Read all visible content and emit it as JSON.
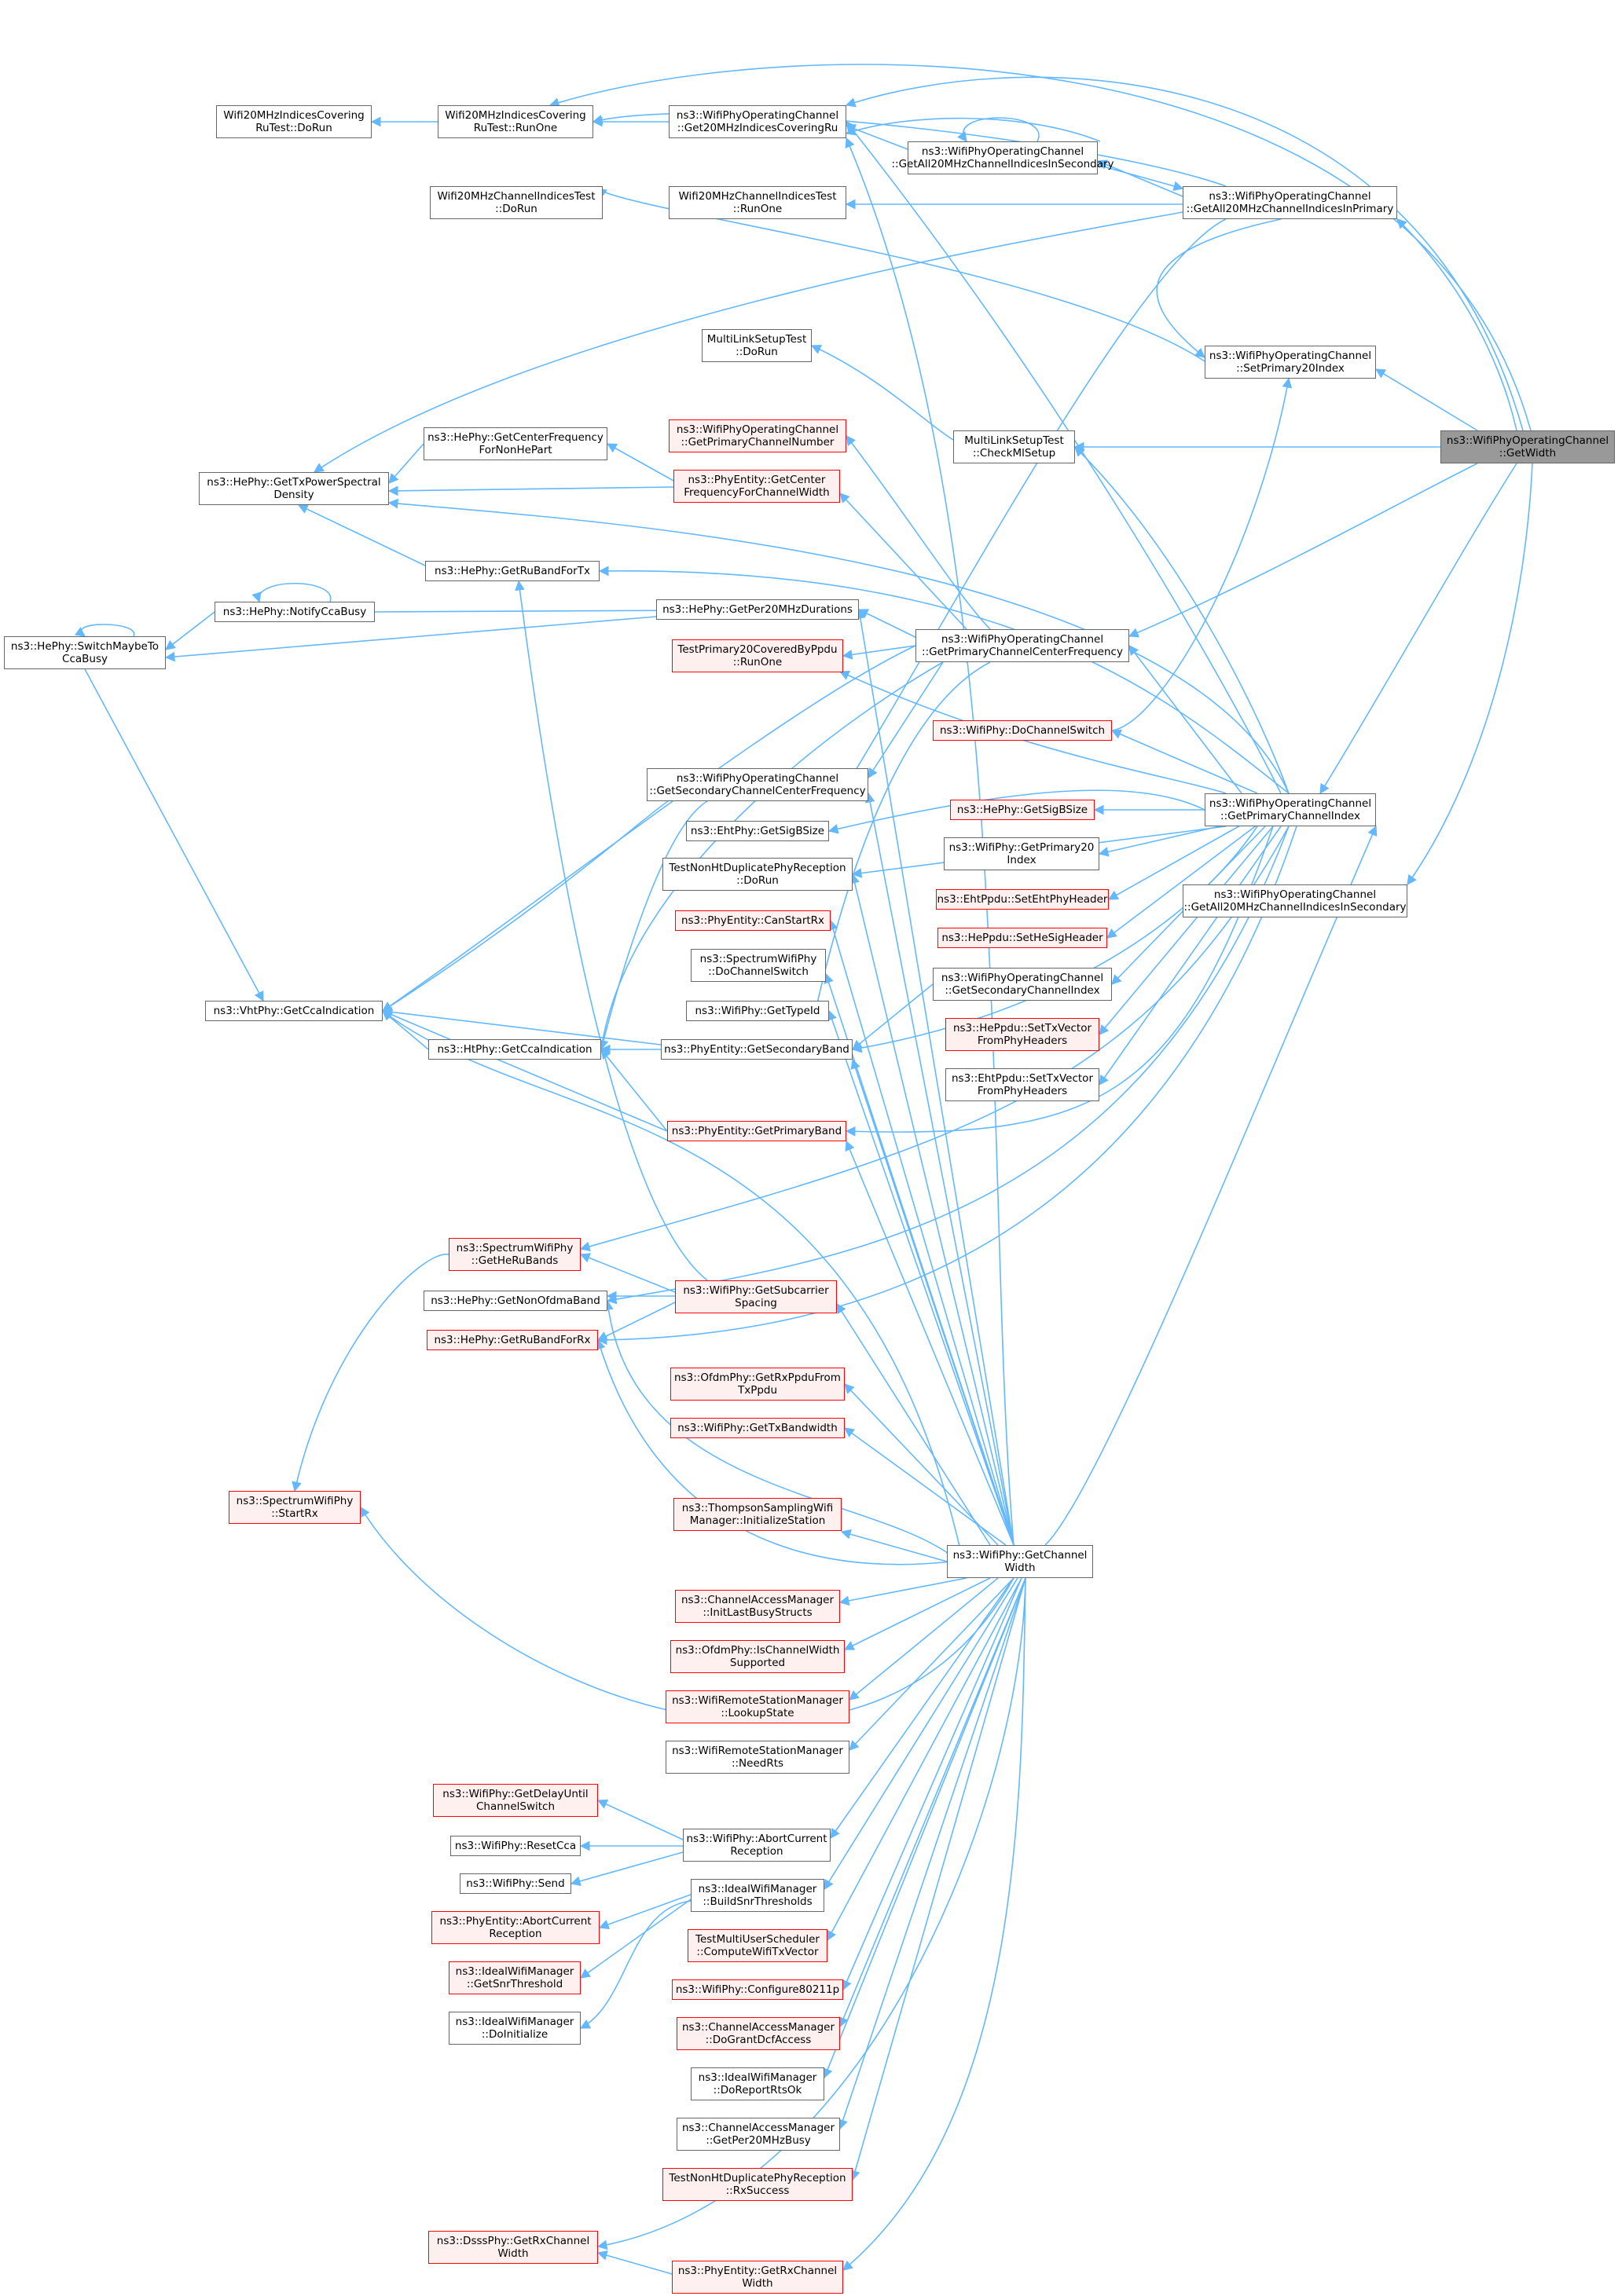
{
  "colors": {
    "edge": "#63b8ff",
    "node_border": "#666666",
    "focus_fill": "#999999",
    "red_border": "#ff0000",
    "red_fill": "#fff0f0"
  },
  "nodes": {
    "n_getwidth": [
      "ns3::WifiPhyOperatingChannel",
      "::GetWidth"
    ],
    "n_w20ru_dorun": [
      "Wifi20MHzIndicesCovering",
      "RuTest::DoRun"
    ],
    "n_w20ru_runone": [
      "Wifi20MHzIndicesCovering",
      "RuTest::RunOne"
    ],
    "n_get20cov": [
      "ns3::WifiPhyOperatingChannel",
      "::Get20MHzIndicesCoveringRu"
    ],
    "n_getall20sec_a": [
      "ns3::WifiPhyOperatingChannel",
      "::GetAll20MHzChannelIndicesInSecondary"
    ],
    "n_getall20pri": [
      "ns3::WifiPhyOperatingChannel",
      "::GetAll20MHzChannelIndicesInPrimary"
    ],
    "n_w20ch_dorun": [
      "Wifi20MHzChannelIndicesTest",
      "::DoRun"
    ],
    "n_w20ch_runone": [
      "Wifi20MHzChannelIndicesTest",
      "::RunOne"
    ],
    "n_setpri20": [
      "ns3::WifiPhyOperatingChannel",
      "::SetPrimary20Index"
    ],
    "n_mls_dorun": [
      "MultiLinkSetupTest",
      "::DoRun"
    ],
    "n_mls_check": [
      "MultiLinkSetupTest",
      "::CheckMlSetup"
    ],
    "n_getprimchnum": [
      "ns3::WifiPhyOperatingChannel",
      "::GetPrimaryChannelNumber"
    ],
    "n_hephy_cfnonhe": [
      "ns3::HePhy::GetCenterFrequency",
      "ForNonHePart"
    ],
    "n_phyent_cfcw": [
      "ns3::PhyEntity::GetCenter",
      "FrequencyForChannelWidth"
    ],
    "n_hephy_txpsd": [
      "ns3::HePhy::GetTxPowerSpectral",
      "Density"
    ],
    "n_hephy_rubandtx": [
      "ns3::HePhy::GetRuBandForTx"
    ],
    "n_hephy_ccabusy": [
      "ns3::HePhy::NotifyCcaBusy"
    ],
    "n_hephy_per20": [
      "ns3::HePhy::GetPer20MHzDurations"
    ],
    "n_hephy_switch": [
      "ns3::HePhy::SwitchMaybeTo",
      "CcaBusy"
    ],
    "n_getprimcf": [
      "ns3::WifiPhyOperatingChannel",
      "::GetPrimaryChannelCenterFrequency"
    ],
    "n_testprim20": [
      "TestPrimary20CoveredByPpdu",
      "::RunOne"
    ],
    "n_wifiphy_dochsw": [
      "ns3::WifiPhy::DoChannelSwitch"
    ],
    "n_getseccf": [
      "ns3::WifiPhyOperatingChannel",
      "::GetSecondaryChannelCenterFrequency"
    ],
    "n_getprimidx": [
      "ns3::WifiPhyOperatingChannel",
      "::GetPrimaryChannelIndex"
    ],
    "n_hephy_sigb": [
      "ns3::HePhy::GetSigBSize"
    ],
    "n_ehtphy_sigb": [
      "ns3::EhtPhy::GetSigBSize"
    ],
    "n_getprim20": [
      "ns3::WifiPhy::GetPrimary20",
      "Index"
    ],
    "n_testnonht_dorun": [
      "TestNonHtDuplicatePhyReception",
      "::DoRun"
    ],
    "n_ehtppdu_sethdr": [
      "ns3::EhtPpdu::SetEhtPhyHeader"
    ],
    "n_getall20sec_b": [
      "ns3::WifiPhyOperatingChannel",
      "::GetAll20MHzChannelIndicesInSecondary"
    ],
    "n_phyent_canrx": [
      "ns3::PhyEntity::CanStartRx"
    ],
    "n_heppdu_sethdr": [
      "ns3::HePpdu::SetHeSigHeader"
    ],
    "n_specphy_dochsw": [
      "ns3::SpectrumWifiPhy",
      "::DoChannelSwitch"
    ],
    "n_getsecidx": [
      "ns3::WifiPhyOperatingChannel",
      "::GetSecondaryChannelIndex"
    ],
    "n_wifiphy_typeid": [
      "ns3::WifiPhy::GetTypeId"
    ],
    "n_heppdu_settx": [
      "ns3::HePpdu::SetTxVector",
      "FromPhyHeaders"
    ],
    "n_vhtphy_cca": [
      "ns3::VhtPhy::GetCcaIndication"
    ],
    "n_htphy_cca": [
      "ns3::HtPhy::GetCcaIndication"
    ],
    "n_phyent_secband": [
      "ns3::PhyEntity::GetSecondaryBand"
    ],
    "n_ehtppdu_settx": [
      "ns3::EhtPpdu::SetTxVector",
      "FromPhyHeaders"
    ],
    "n_phyent_primband": [
      "ns3::PhyEntity::GetPrimaryBand"
    ],
    "n_specphy_heru": [
      "ns3::SpectrumWifiPhy",
      "::GetHeRuBands"
    ],
    "n_hephy_nonofdma": [
      "ns3::HePhy::GetNonOfdmaBand"
    ],
    "n_wifiphy_subc": [
      "ns3::WifiPhy::GetSubcarrier",
      "Spacing"
    ],
    "n_hephy_rubandrx": [
      "ns3::HePhy::GetRuBandForRx"
    ],
    "n_ofdm_getrx": [
      "ns3::OfdmPhy::GetRxPpduFrom",
      "TxPpdu"
    ],
    "n_wifiphy_txbw": [
      "ns3::WifiPhy::GetTxBandwidth"
    ],
    "n_specphy_startrx": [
      "ns3::SpectrumWifiPhy",
      "::StartRx"
    ],
    "n_thompson": [
      "ns3::ThompsonSamplingWifi",
      "Manager::InitializeStation"
    ],
    "n_wifiphy_getcw": [
      "ns3::WifiPhy::GetChannel",
      "Width"
    ],
    "n_cam_initlast": [
      "ns3::ChannelAccessManager",
      "::InitLastBusyStructs"
    ],
    "n_ofdm_iscw": [
      "ns3::OfdmPhy::IsChannelWidth",
      "Supported"
    ],
    "n_wrsm_lookup": [
      "ns3::WifiRemoteStationManager",
      "::LookupState"
    ],
    "n_wrsm_needrts": [
      "ns3::WifiRemoteStationManager",
      "::NeedRts"
    ],
    "n_wifiphy_delay": [
      "ns3::WifiPhy::GetDelayUntil",
      "ChannelSwitch"
    ],
    "n_wifiphy_resetcca": [
      "ns3::WifiPhy::ResetCca"
    ],
    "n_wifiphy_abort": [
      "ns3::WifiPhy::AbortCurrent",
      "Reception"
    ],
    "n_wifiphy_send": [
      "ns3::WifiPhy::Send"
    ],
    "n_ideal_build": [
      "ns3::IdealWifiManager",
      "::BuildSnrThresholds"
    ],
    "n_phyent_abort": [
      "ns3::PhyEntity::AbortCurrent",
      "Reception"
    ],
    "n_testmus": [
      "TestMultiUserScheduler",
      "::ComputeWifiTxVector"
    ],
    "n_ideal_getsnr": [
      "ns3::IdealWifiManager",
      "::GetSnrThreshold"
    ],
    "n_wifiphy_cfg": [
      "ns3::WifiPhy::Configure80211p"
    ],
    "n_ideal_doinit": [
      "ns3::IdealWifiManager",
      "::DoInitialize"
    ],
    "n_cam_grant": [
      "ns3::ChannelAccessManager",
      "::DoGrantDcfAccess"
    ],
    "n_ideal_reportrts": [
      "ns3::IdealWifiManager",
      "::DoReportRtsOk"
    ],
    "n_cam_per20": [
      "ns3::ChannelAccessManager",
      "::GetPer20MHzBusy"
    ],
    "n_testnonht_rx": [
      "TestNonHtDuplicatePhyReception",
      "::RxSuccess"
    ],
    "n_dsss_getrxcw": [
      "ns3::DsssPhy::GetRxChannel",
      "Width"
    ],
    "n_phyent_getrxcw": [
      "ns3::PhyEntity::GetRxChannel",
      "Width"
    ]
  }
}
